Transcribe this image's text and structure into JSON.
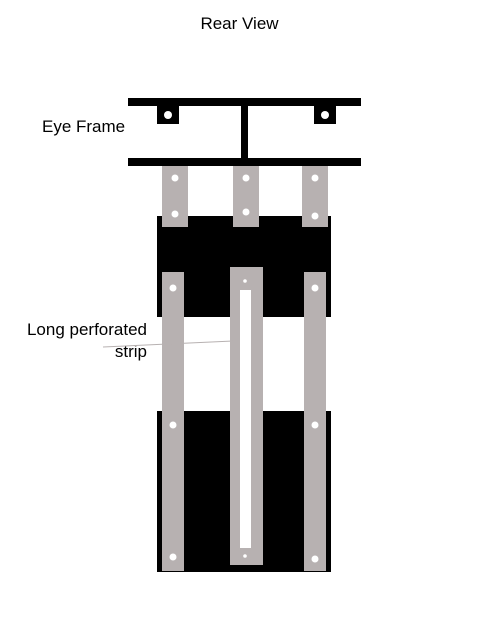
{
  "title": "Rear View",
  "labels": {
    "eye_frame": "Eye Frame",
    "long_strip_line1": "Long perforated",
    "long_strip_line2": "strip"
  },
  "colors": {
    "frame": "#000000",
    "panel": "#000000",
    "strip": "#b7b1b1",
    "hole": "#ffffff",
    "leader": "#b7b1b1"
  }
}
